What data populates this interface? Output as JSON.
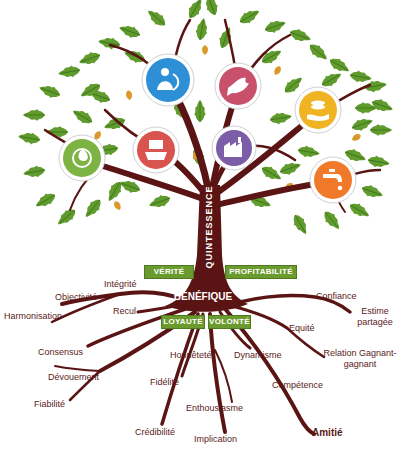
{
  "diagram": {
    "nodes": [
      {
        "text": [
          "VÉRITÉ"
        ]
      },
      {
        "text": [
          "PROFITABILITÉ"
        ]
      },
      {
        "text": [
          "LOYAUTÉ"
        ]
      },
      {
        "text": [
          "VOLONTÉ"
        ]
      }
    ],
    "labels": [
      "QUINTESSENCE",
      "BÉNÉFIQUE",
      "Intégrité",
      "Objectivité",
      "Harmonisation",
      "Recul",
      "Consensus",
      "Dévouement",
      "Fiabilité",
      "Honnêteté",
      "Fidélité",
      "Crédibilité",
      "Enthousiasme",
      "Implication",
      "Dynamisme",
      "Compétence",
      "Amitié",
      "Confiance",
      "Estime partagée",
      "Equité",
      "Relation Gagnant-gagnant"
    ]
  }
}
